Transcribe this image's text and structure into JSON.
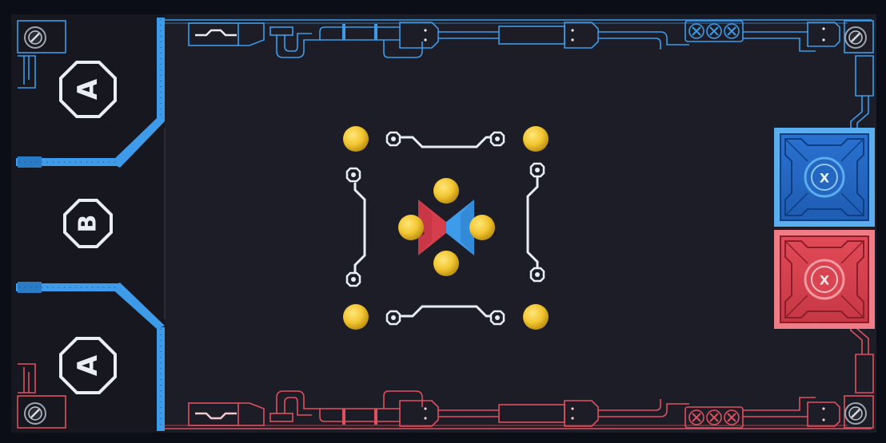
{
  "field": {
    "zones": [
      {
        "letter": "A",
        "position": "top"
      },
      {
        "letter": "B",
        "position": "middle"
      },
      {
        "letter": "A",
        "position": "bottom"
      }
    ],
    "goals": [
      {
        "team": "blue",
        "symbol": "X"
      },
      {
        "team": "red",
        "symbol": "X"
      }
    ],
    "ball_count": 8,
    "colors": {
      "field": "#1c1d26",
      "border": "#0b0e17",
      "blue": "#3d9be9",
      "red": "#e0505e",
      "ball": "#f2c632",
      "lines": "#e8eef5"
    }
  }
}
